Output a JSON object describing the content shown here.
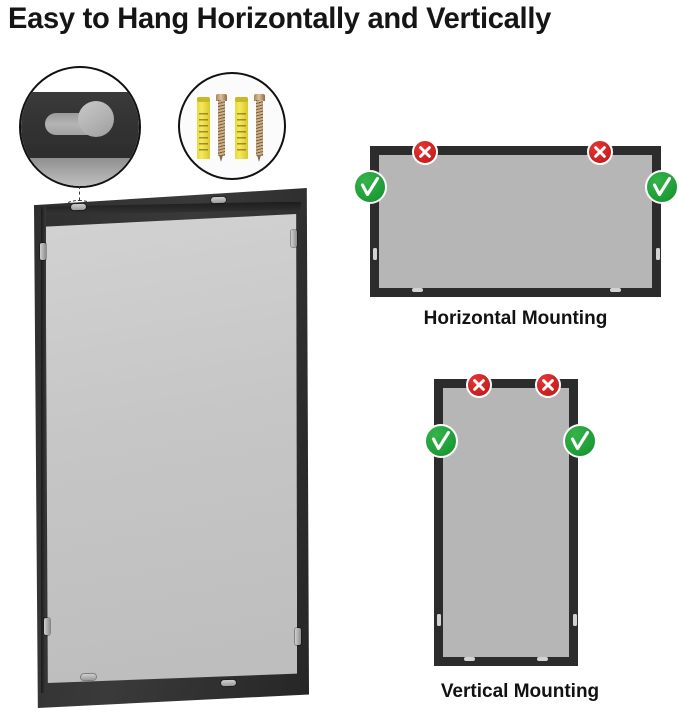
{
  "title": "Easy to Hang Horizontally and Vertically",
  "colors": {
    "frame_dark": "#2c2c2c",
    "frame_interior_gray": "#b6b6b6",
    "big_frame_interior": "#c6c6c6",
    "badge_red": "#c81f1f",
    "badge_green": "#1d9b36",
    "anchor_yellow": "#f5e85c",
    "screw_bronze": "#a9835a",
    "text": "#121212",
    "background": "#ffffff"
  },
  "callouts": {
    "keyhole": {
      "name": "keyhole-hanger-slot",
      "description": "Close-up of keyhole hanging slot on frame back"
    },
    "hardware": {
      "name": "wall-anchors-and-screws",
      "description": "Two yellow wall anchors with bronze screws",
      "anchor_count": 2,
      "screw_count": 2
    }
  },
  "product_frame": {
    "name": "large-picture-frame",
    "hanger_slots": 4,
    "side_tabs": 4
  },
  "diagrams": [
    {
      "id": "horizontal",
      "caption": "Horizontal Mounting",
      "orientation": "landscape",
      "markers": [
        {
          "type": "x",
          "position": "top-left",
          "meaning": "do-not-hang-here"
        },
        {
          "type": "x",
          "position": "top-right",
          "meaning": "do-not-hang-here"
        },
        {
          "type": "check",
          "position": "left-side",
          "meaning": "hang-here"
        },
        {
          "type": "check",
          "position": "right-side",
          "meaning": "hang-here"
        }
      ]
    },
    {
      "id": "vertical",
      "caption": "Vertical Mounting",
      "orientation": "portrait",
      "markers": [
        {
          "type": "x",
          "position": "top-left",
          "meaning": "do-not-hang-here"
        },
        {
          "type": "x",
          "position": "top-right",
          "meaning": "do-not-hang-here"
        },
        {
          "type": "check",
          "position": "left-side",
          "meaning": "hang-here"
        },
        {
          "type": "check",
          "position": "right-side",
          "meaning": "hang-here"
        }
      ]
    }
  ]
}
